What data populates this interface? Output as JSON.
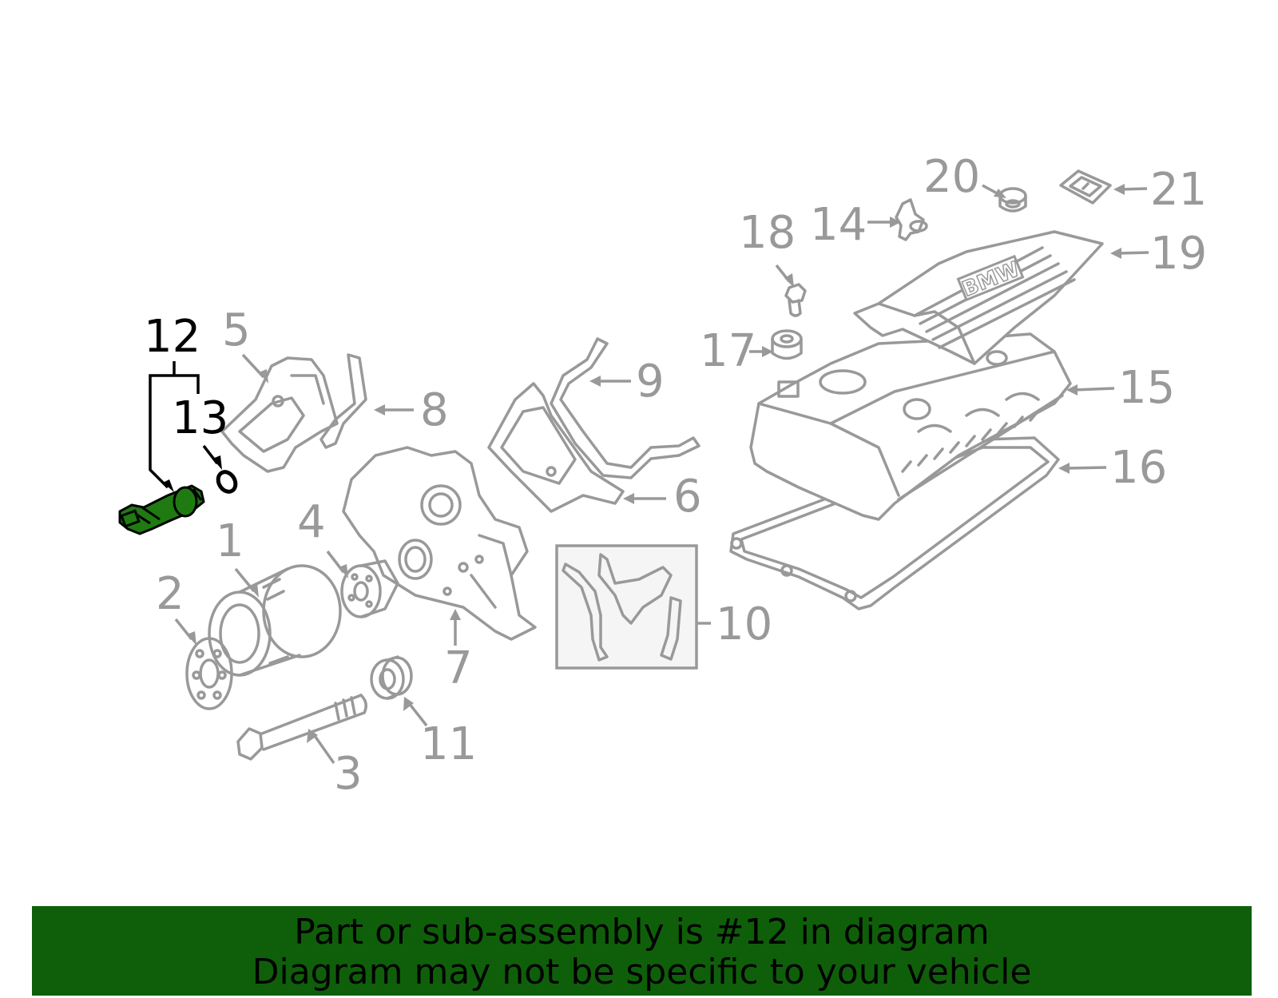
{
  "callouts": [
    "1",
    "2",
    "3",
    "4",
    "5",
    "6",
    "7",
    "8",
    "9",
    "10",
    "11",
    "12",
    "13",
    "14",
    "15",
    "16",
    "17",
    "18",
    "19",
    "20",
    "21"
  ],
  "highlighted_part": "12",
  "logo_text": "BMW",
  "banner": {
    "line1": "Part or sub-assembly is #12 in diagram",
    "line2": "Diagram may not be specific to your vehicle"
  },
  "colors": {
    "part_outline": "#999999",
    "highlight_fill": "#1f7a12",
    "banner_bg": "#0f5f0a",
    "active_text": "#000000"
  }
}
